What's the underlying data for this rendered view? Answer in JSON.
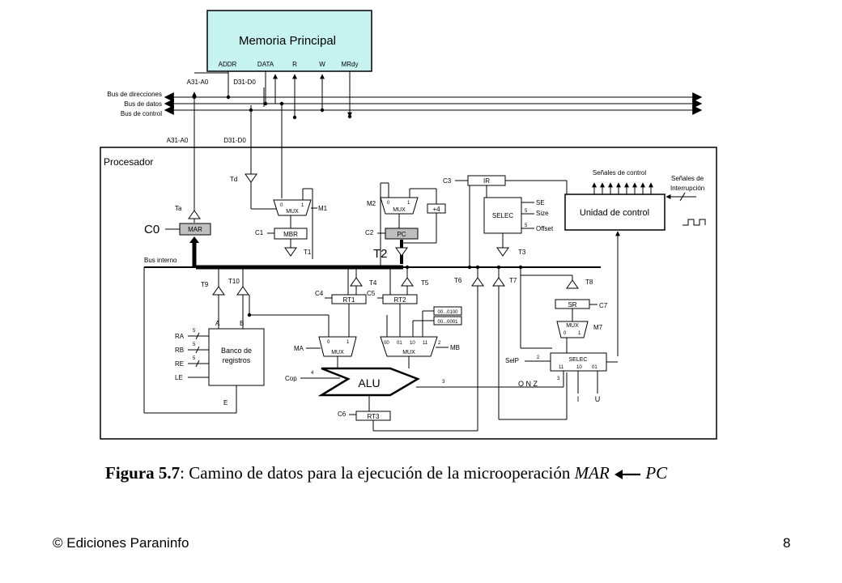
{
  "memory": {
    "title": "Memoria Principal",
    "ports": [
      "ADDR",
      "DATA",
      "R",
      "W",
      "MRdy"
    ]
  },
  "buses": {
    "addr_label": "Bus de direcciones",
    "data_label": "Bus de datos",
    "ctrl_label": "Bus de control",
    "a_signal": "A31-A0",
    "d_signal": "D31-D0"
  },
  "processor": {
    "title": "Procesador",
    "internal_bus": "Bus interno"
  },
  "registers": {
    "mar": "MAR",
    "mbr": "MBR",
    "pc": "PC",
    "ir": "IR",
    "rt1": "RT1",
    "rt2": "RT2",
    "rt3": "RT3",
    "sr": "SR"
  },
  "mux": {
    "label": "MUX",
    "in0": "0",
    "in1": "1",
    "in00": "00",
    "in01": "01",
    "in10": "10",
    "in11": "11"
  },
  "control": {
    "unit": "Unidad de control",
    "signals": "Señales de control",
    "interrupt_1": "Señales de",
    "interrupt_2": "Interrupción"
  },
  "selec": {
    "label": "SELEC",
    "se": "SE",
    "size": "Size",
    "offset": "Offset",
    "i11": "11",
    "i10": "10",
    "i01": "01"
  },
  "bank": {
    "line1": "Banco de",
    "line2": "registros",
    "ra": "RA",
    "rb": "RB",
    "re": "RE",
    "le": "LE",
    "a": "A",
    "b": "B",
    "e": "E"
  },
  "alu": {
    "label": "ALU",
    "cop": "Cop",
    "onz": "O  N  Z",
    "i": "I",
    "u": "U"
  },
  "signals": {
    "c0": "C0",
    "c1": "C1",
    "c2": "C2",
    "c3": "C3",
    "c4": "C4",
    "c5": "C5",
    "c6": "C6",
    "c7": "C7",
    "t1": "T1",
    "t2": "T2",
    "t3": "T3",
    "t4": "T4",
    "t5": "T5",
    "t6": "T6",
    "t7": "T7",
    "t8": "T8",
    "t9": "T9",
    "t10": "T10",
    "ta": "Ta",
    "td": "Td",
    "m1": "M1",
    "m2": "M2",
    "m7": "M7",
    "ma": "MA",
    "mb": "MB",
    "selp": "SelP"
  },
  "constants": {
    "plus4": "+4",
    "c100": "00...0100",
    "c001": "00...0001"
  },
  "widths": {
    "w5": "5",
    "w2": "2",
    "w3": "3",
    "w4": "4"
  },
  "caption": {
    "label": "Figura 5.7",
    "text": ": Camino de datos para la ejecución de la microoperación ",
    "lhs": "MAR",
    "rhs": "PC"
  },
  "footer": {
    "left": "© Ediciones Paraninfo",
    "right": "8"
  },
  "colors": {
    "memory_fill": "#c6f3f0",
    "ink": "#000000"
  }
}
